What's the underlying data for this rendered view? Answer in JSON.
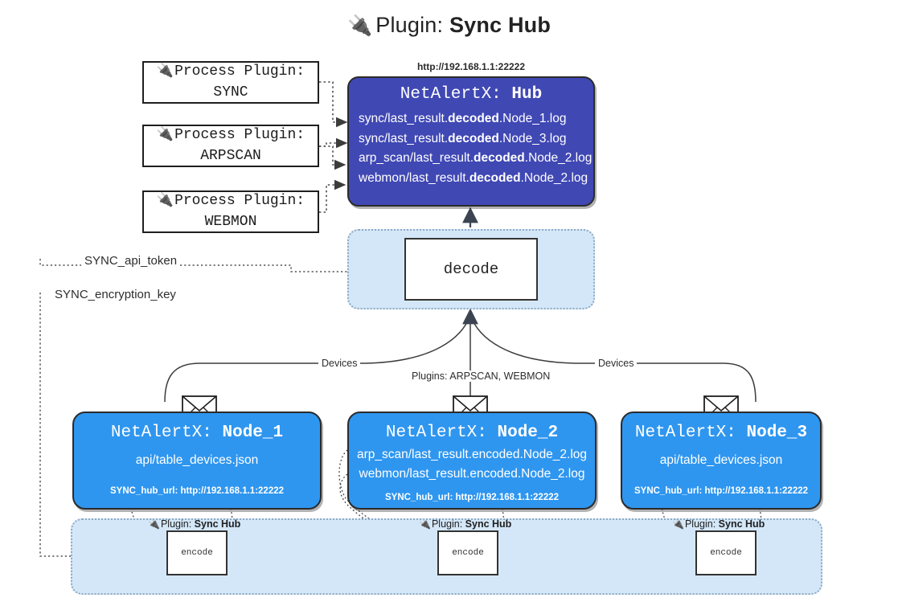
{
  "title": {
    "prefix": "Plugin:",
    "name": "Sync Hub",
    "icon": "plug-icon"
  },
  "process_plugins": [
    {
      "line1": "Process Plugin:",
      "line2": "SYNC",
      "icon": "plug-icon"
    },
    {
      "line1": "Process Plugin:",
      "line2": "ARPSCAN",
      "icon": "plug-icon"
    },
    {
      "line1": "Process Plugin:",
      "line2": "WEBMON",
      "icon": "plug-icon"
    }
  ],
  "hub": {
    "url": "http://192.168.1.1:22222",
    "title_prefix": "NetAlertX:",
    "title_name": "Hub",
    "logs": [
      {
        "pre": "sync/last_result.",
        "em": "decoded",
        "post": ".Node_1.log"
      },
      {
        "pre": "sync/last_result.",
        "em": "decoded",
        "post": ".Node_3.log"
      },
      {
        "pre": "arp_scan/last_result.",
        "em": "decoded",
        "post": ".Node_2.log"
      },
      {
        "pre": "webmon/last_result.",
        "em": "decoded",
        "post": ".Node_2.log"
      }
    ]
  },
  "decode": {
    "label": "decode"
  },
  "keys": {
    "api_token": "SYNC_api_token",
    "encryption_key": "SYNC_encryption_key"
  },
  "edge_labels": {
    "devices_left": "Devices",
    "plugins_center": "Plugins: ARPSCAN, WEBMON",
    "devices_right": "Devices"
  },
  "nodes": [
    {
      "title_prefix": "NetAlertX:",
      "title_name": "Node_1",
      "lines": [
        "api/table_devices.json"
      ],
      "hub_url_label": "SYNC_hub_url: http://192.168.1.1:22222",
      "icon": "envelope-icon"
    },
    {
      "title_prefix": "NetAlertX:",
      "title_name": "Node_2",
      "lines": [
        "arp_scan/last_result.encoded.Node_2.log",
        "webmon/last_result.encoded.Node_2.log"
      ],
      "hub_url_label": "SYNC_hub_url: http://192.168.1.1:22222",
      "icon": "envelope-icon"
    },
    {
      "title_prefix": "NetAlertX:",
      "title_name": "Node_3",
      "lines": [
        "api/table_devices.json"
      ],
      "hub_url_label": "SYNC_hub_url: http://192.168.1.1:22222",
      "icon": "envelope-icon"
    }
  ],
  "encoders": [
    {
      "label": "encode",
      "plugin_prefix": "Plugin:",
      "plugin_name": "Sync Hub",
      "icon": "plug-icon"
    },
    {
      "label": "encode",
      "plugin_prefix": "Plugin:",
      "plugin_name": "Sync Hub",
      "icon": "plug-icon"
    },
    {
      "label": "encode",
      "plugin_prefix": "Plugin:",
      "plugin_name": "Sync Hub",
      "icon": "plug-icon"
    }
  ],
  "colors": {
    "hub": "#4048b4",
    "node": "#2f96ef",
    "container": "#d4e7f8",
    "container_border": "#8ea9c4",
    "stroke": "#2b2b2b",
    "background": "#ffffff"
  }
}
